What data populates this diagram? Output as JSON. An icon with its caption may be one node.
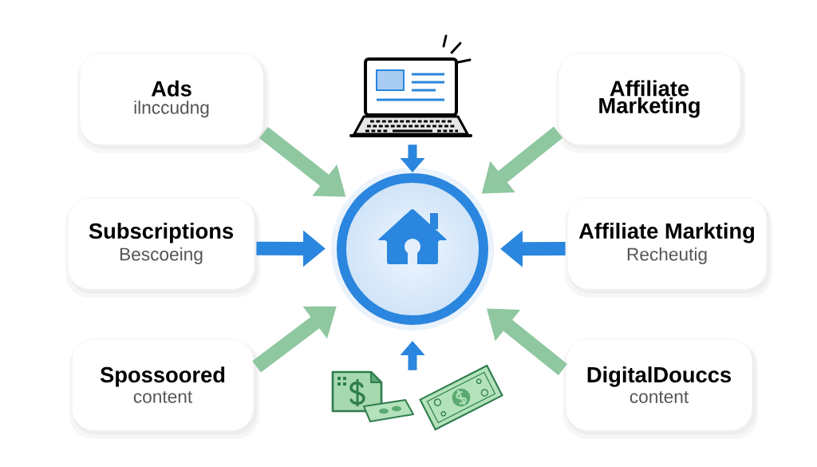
{
  "diagram": {
    "nodes": [
      {
        "text": [
          "Ads",
          "ilnccudng"
        ]
      },
      {
        "text": [],
        "shape": "picture"
      },
      {
        "text": [
          "Affiliate Marketing"
        ]
      },
      {
        "text": [
          "Subscriptions",
          "Bescoeing"
        ]
      },
      {
        "text": [],
        "shape": "circle"
      },
      {
        "text": [
          "Affiliate Markting",
          "Recheutig"
        ]
      },
      {
        "text": [
          "Spossoored",
          "content"
        ]
      },
      {
        "text": [],
        "shape": "picture"
      },
      {
        "text": [
          "DigitalDouccs",
          "content"
        ]
      }
    ],
    "edges": [
      {
        "from": 0,
        "to": 4,
        "arrow": "to",
        "color": "#8fc7a0"
      },
      {
        "from": 1,
        "to": 4,
        "arrow": "to",
        "color": "#2a86de"
      },
      {
        "from": 2,
        "to": 4,
        "arrow": "to",
        "color": "#8fc7a0"
      },
      {
        "from": 3,
        "to": 4,
        "arrow": "to",
        "color": "#2a86de"
      },
      {
        "from": 5,
        "to": 4,
        "arrow": "to",
        "color": "#2a86de"
      },
      {
        "from": 6,
        "to": 4,
        "arrow": "to",
        "color": "#8fc7a0"
      },
      {
        "from": 7,
        "to": 4,
        "arrow": "to",
        "color": "#2a86de"
      },
      {
        "from": 8,
        "to": 4,
        "arrow": "to",
        "color": "#8fc7a0"
      }
    ]
  }
}
